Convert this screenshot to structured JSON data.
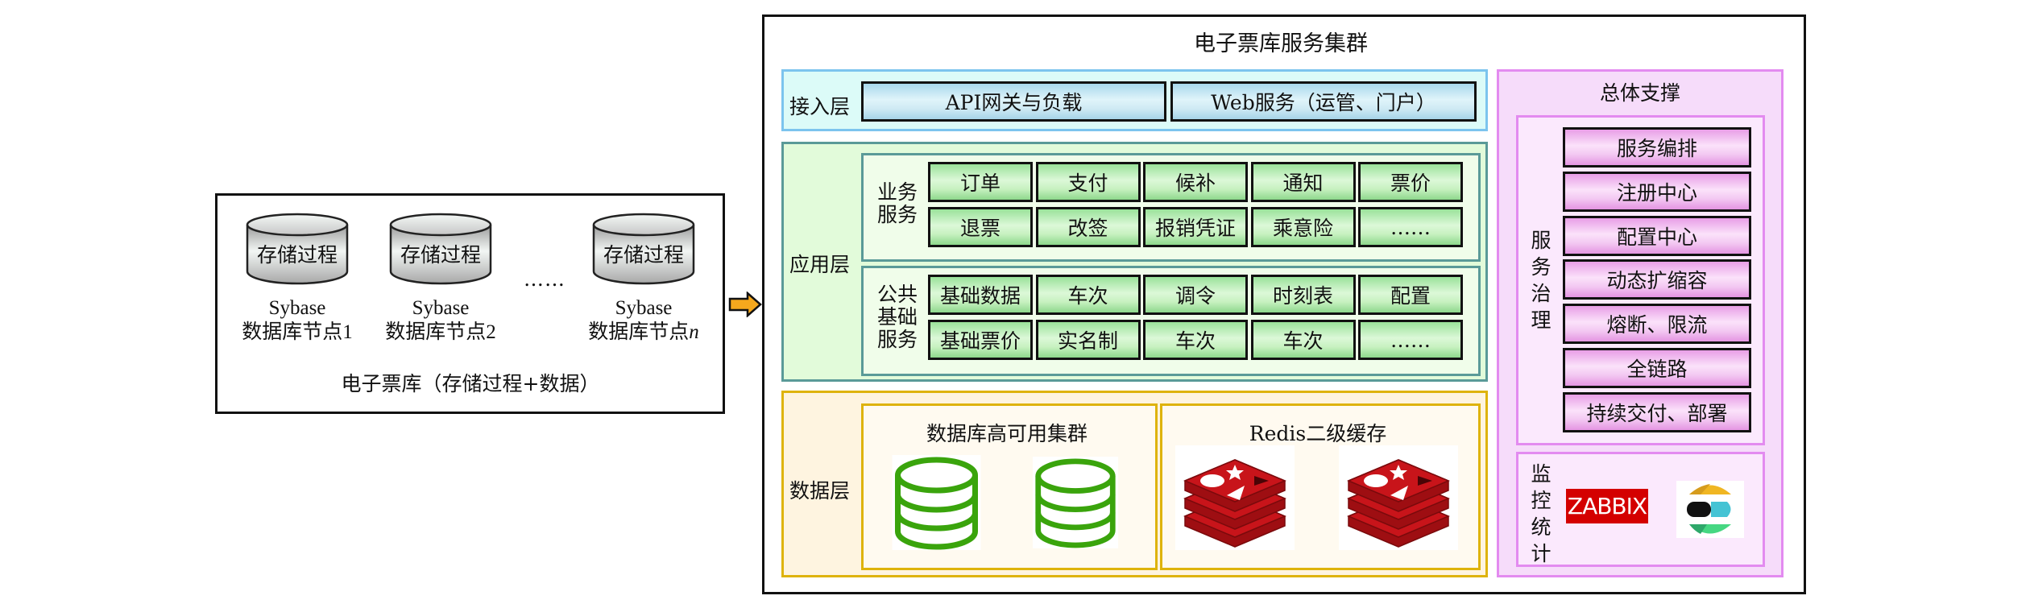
{
  "left": {
    "nodes": [
      {
        "cylinder_label": "存储过程",
        "db": "Sybase",
        "node": "数据库节点",
        "index": "1",
        "index_italic": false
      },
      {
        "cylinder_label": "存储过程",
        "db": "Sybase",
        "node": "数据库节点",
        "index": "2",
        "index_italic": false
      },
      {
        "cylinder_label": "存储过程",
        "db": "Sybase",
        "node": "数据库节点",
        "index": "n",
        "index_italic": true
      }
    ],
    "ellipsis": "……",
    "caption": "电子票库（存储过程+数据）"
  },
  "colors": {
    "arrow": "#f5a81d",
    "access_fill": "#dcfbf8",
    "access_border": "#7cc4ee",
    "app_fill": "#e2fbda",
    "app_border": "#5a9a98",
    "data_fill": "#fef4e0",
    "data_border": "#deb30c",
    "support_fill": "#f6dcfa",
    "support_border": "#e38bf0",
    "db_icon": "#3aa40c",
    "redis": "#c8141a",
    "zabbix": "#d40000"
  },
  "main": {
    "title": "电子票库服务集群",
    "access_layer": {
      "label": "接入层",
      "cells": [
        "API网关与负载",
        "Web服务（运管、门户）"
      ]
    },
    "app_layer": {
      "label": "应用层",
      "business": {
        "label": "业务服务",
        "rows": [
          [
            "订单",
            "支付",
            "候补",
            "通知",
            "票价"
          ],
          [
            "退票",
            "改签",
            "报销凭证",
            "乘意险",
            "……"
          ]
        ]
      },
      "public": {
        "label": "公共基础服务",
        "rows": [
          [
            "基础数据",
            "车次",
            "调令",
            "时刻表",
            "配置"
          ],
          [
            "基础票价",
            "实名制",
            "车次",
            "车次",
            "……"
          ]
        ]
      }
    },
    "data_layer": {
      "label": "数据层",
      "db_cluster": {
        "title": "数据库高可用集群",
        "icons": [
          "database-icon",
          "database-icon"
        ]
      },
      "redis": {
        "title": "Redis二级缓存",
        "icons": [
          "redis-logo",
          "redis-logo"
        ]
      }
    },
    "support": {
      "title": "总体支撑",
      "governance": {
        "label": "服务治理",
        "items": [
          "服务编排",
          "注册中心",
          "配置中心",
          "动态扩缩容",
          "熔断、限流",
          "全链路",
          "持续交付、部署"
        ]
      },
      "monitoring": {
        "label": "监控统计",
        "zabbix": "ZABBIX",
        "icons": [
          "zabbix-logo",
          "elastic-logo"
        ]
      }
    }
  }
}
